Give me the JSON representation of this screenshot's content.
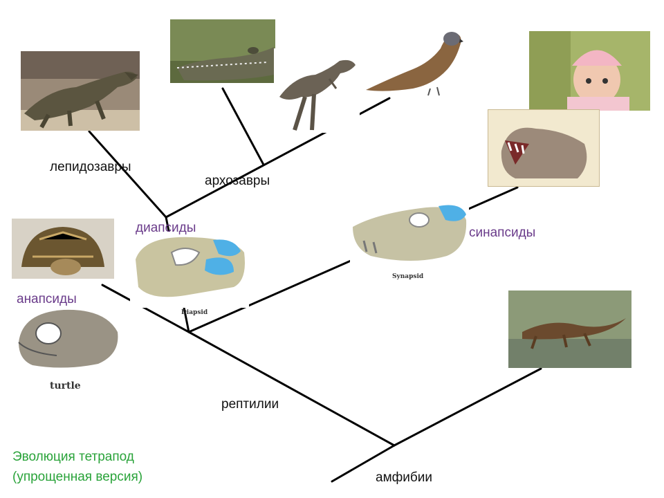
{
  "labels": {
    "lepidosaurs": "лепидозавры",
    "archosaurs": "архозавры",
    "diapsids": "диапсиды",
    "synapsids": "синапсиды",
    "anapsids": "анапсиды",
    "reptiles": "рептилии",
    "amphibians": "амфибии"
  },
  "caption": {
    "line1": "Эволюция тетрапод",
    "line2": "(упрощенная версия)"
  },
  "image_captions": {
    "turtle_skull": "turtle",
    "diapsid_skull": "Diapsid",
    "synapsid_skull": "Synapsid"
  },
  "colors": {
    "label_text": "#111111",
    "group_label": "#6a3b8a",
    "title": "#2aa33a",
    "skull_window": "#4fb0e6"
  }
}
